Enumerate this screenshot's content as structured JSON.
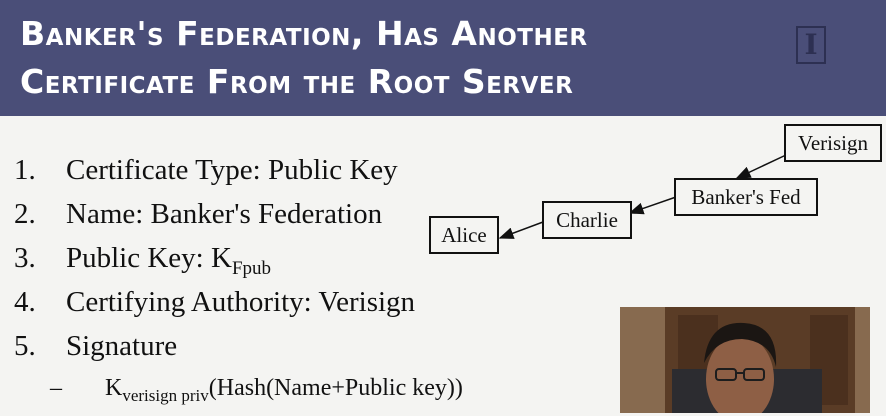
{
  "slide": {
    "title_line1": "Banker's Federation, Has Another",
    "title_line2": "Certificate From the Root Server",
    "logo_letter": "I"
  },
  "list": [
    {
      "num": "1.",
      "text": "Certificate Type: Public Key"
    },
    {
      "num": "2.",
      "text": "Name: Banker's Federation"
    },
    {
      "num": "3.",
      "text": "Public Key: K",
      "sub": "Fpub"
    },
    {
      "num": "4.",
      "text": "Certifying Authority: Verisign"
    },
    {
      "num": "5.",
      "text": "Signature"
    }
  ],
  "subitem": {
    "dash": "–",
    "k": "K",
    "sub": "verisign priv",
    "rest": "(Hash(Name+Public key))"
  },
  "chain": {
    "verisign": "Verisign",
    "bankers_fed": "Banker's Fed",
    "charlie": "Charlie",
    "alice": "Alice"
  },
  "colors": {
    "header_bg": "#4a4e78",
    "slide_bg": "#f4f4f2"
  }
}
